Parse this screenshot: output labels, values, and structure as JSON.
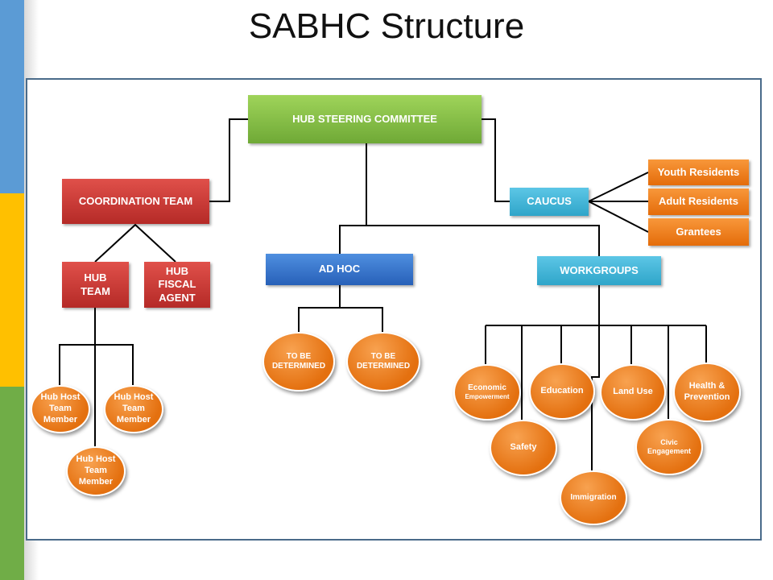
{
  "title": "SABHC Structure",
  "colors": {
    "stripe_blue": "#5b9bd5",
    "stripe_yellow": "#ffc000",
    "stripe_green": "#70ad47",
    "connector": "#000000"
  },
  "nodes": {
    "steering": "HUB STEERING COMMITTEE",
    "coordination": "COORDINATION TEAM",
    "caucus": "CAUCUS",
    "youth": "Youth Residents",
    "adult": "Adult Residents",
    "grantees": "Grantees",
    "hub_team_line1": "HUB",
    "hub_team_line2": "TEAM",
    "fiscal_line1": "HUB",
    "fiscal_line2": "FISCAL",
    "fiscal_line3": "AGENT",
    "adhoc": "AD HOC",
    "workgroups": "WORKGROUPS",
    "tbd1_line1": "TO BE",
    "tbd1_line2": "DETERMINED",
    "tbd2_line1": "TO BE",
    "tbd2_line2": "DETERMINED",
    "host1_line1": "Hub Host",
    "host1_line2": "Team",
    "host1_line3": "Member",
    "host2_line1": "Hub Host",
    "host2_line2": "Team",
    "host2_line3": "Member",
    "host3_line1": "Hub Host",
    "host3_line2": "Team",
    "host3_line3": "Member",
    "economic_line1": "Economic",
    "economic_line2": "Empowerment",
    "education": "Education",
    "land_use": "Land Use",
    "health_line1": "Health &",
    "health_line2": "Prevention",
    "safety": "Safety",
    "civic_line1": "Civic",
    "civic_line2": "Engagement",
    "immigration": "Immigration"
  }
}
